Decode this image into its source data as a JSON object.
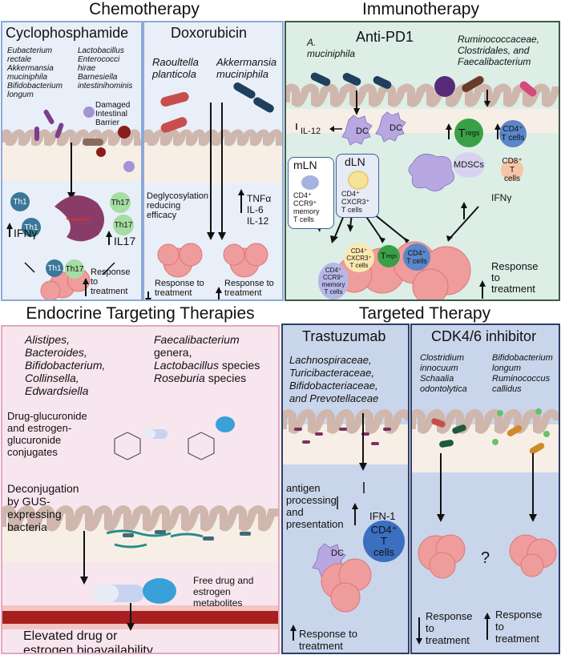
{
  "sections": {
    "chemotherapy": "Chemotherapy",
    "immunotherapy": "Immunotherapy",
    "endocrine": "Endocrine Targeting Therapies",
    "targeted": "Targeted Therapy"
  },
  "cyclophosphamide": {
    "title": "Cyclophosphamide",
    "bacteria_left": [
      "Eubacterium",
      "rectale",
      "Akkermansia",
      "muciniphila",
      "Bifidobacterium",
      "longum"
    ],
    "bacteria_right": [
      "Lactobacillus",
      "Enterococci",
      "hirae",
      "Barnesiella",
      "intestinihominis"
    ],
    "barrier_label": [
      "Damaged",
      "Intestinal",
      "Barrier"
    ],
    "cells": {
      "th1": "Th1",
      "th17": "Th17"
    },
    "ifn": "IFNγ",
    "il17": "IL17",
    "response": [
      "Response",
      "to",
      "treatment"
    ]
  },
  "doxorubicin": {
    "title": "Doxorubicin",
    "bact1": [
      "Raoultella",
      "planticola"
    ],
    "bact2": [
      "Akkermansia",
      "muciniphila"
    ],
    "deglyco": [
      "Deglycosylation",
      "reducing",
      "efficacy"
    ],
    "cytokines": [
      "TNFα",
      "IL-6",
      "IL-12"
    ],
    "response_left": [
      "Response to",
      "treatment"
    ],
    "response_right": [
      "Response to",
      "treatment"
    ]
  },
  "antipd1": {
    "title": "Anti-PD1",
    "bact1": [
      "A.",
      "muciniphila"
    ],
    "bact2": [
      "Ruminococcaceae,",
      "Clostridales, and",
      "Faecalibacterium"
    ],
    "il12": "IL-12",
    "dc": "DC",
    "treg_main": "T",
    "treg_sub": "regs",
    "cd4_cells": [
      "CD4⁺",
      "T cells"
    ],
    "mdscs": "MDSCs",
    "cd8_cells": [
      "CD8⁺",
      "T cells"
    ],
    "ifn": "IFNγ",
    "mln_title": "mLN",
    "mln_text": [
      "CD4⁺",
      "CCR9⁺",
      "memory",
      "T cells"
    ],
    "dln_title": "dLN",
    "dln_text": [
      "CD4⁺",
      "CXCR3⁺",
      "T cells"
    ],
    "tumor_cells": {
      "ccr9": [
        "CD4⁺",
        "CCR9⁺",
        "memory",
        "T cells"
      ],
      "cxcr3": [
        "CD4⁺",
        "CXCR3⁺",
        "T cells"
      ],
      "cd4": [
        "CD4⁺",
        "T cells"
      ]
    },
    "response": [
      "Response",
      "to",
      "treatment"
    ]
  },
  "endocrine": {
    "bact_left": [
      "Alistipes,",
      "Bacteroides,",
      "Bifidobacterium,",
      "Collinsella,",
      "Edwardsiella"
    ],
    "bact_right_1": "Faecalibacterium",
    "bact_right_2": "genera,",
    "bact_right_3": "Lactobacillus",
    "bact_right_3b": " species",
    "bact_right_4": "Roseburia",
    "bact_right_4b": " species",
    "conjugates": [
      "Drug-glucuronide",
      "and estrogen-",
      "glucuronide",
      "conjugates"
    ],
    "deconj": [
      "Deconjugation",
      "by GUS-",
      "expressing",
      "bacteria"
    ],
    "free": [
      "Free drug and",
      "estrogen",
      "metabolites"
    ],
    "elevated": [
      "Elevated drug or",
      "estrogen bioavailability"
    ]
  },
  "trastuzumab": {
    "title": "Trastuzumab",
    "bacteria": [
      "Lachnospiraceae,",
      "Turicibacteraceae,",
      "Bifidobacteriaceae,",
      "and Prevotellaceae"
    ],
    "antigen": [
      "antigen",
      "processing",
      "and",
      "presentation"
    ],
    "ifn1": "IFN-1",
    "dc": "DC",
    "cd4": [
      "CD4⁺",
      "T",
      "cells"
    ],
    "response": [
      "Response to",
      "treatment"
    ]
  },
  "cdk": {
    "title": "CDK4/6 inhibitor",
    "bact_left": [
      "Clostridium",
      "innocuum",
      "Schaalia",
      "odontolytica"
    ],
    "bact_right": [
      "Bifidobacterium",
      "longum",
      "Ruminococcus",
      "callidus"
    ],
    "question": "?",
    "response_left": [
      "Response",
      "to",
      "treatment"
    ],
    "response_right": [
      "Response",
      "to",
      "treatment"
    ]
  },
  "colors": {
    "chemo_bg": "#e8eff8",
    "chemo_border": "#8aa9d6",
    "immuno_bg": "#dceee6",
    "immuno_border": "#3f5a4a",
    "endo_bg": "#f8e6ee",
    "endo_border": "#e2a7bf",
    "targeted_bg": "#c9d5ea",
    "targeted_border": "#2e3d66",
    "villi": "#e5d4cf",
    "tumor": "#ef9c9c"
  }
}
